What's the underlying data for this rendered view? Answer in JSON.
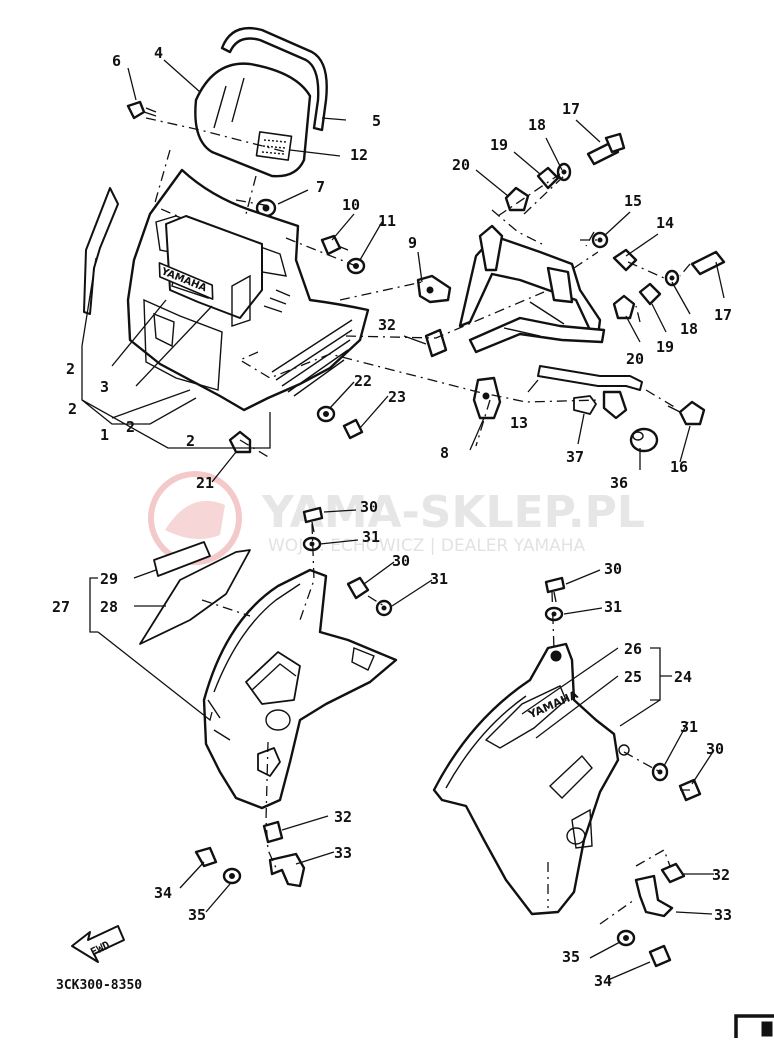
{
  "diagram_code": "3CK300-8350",
  "fwd_label": "FWD",
  "watermark": {
    "title": "YAMA-SKLEP.PL",
    "subtitle": "WOJ ... ECHOWICZ | DEALER YAMAHA"
  },
  "brand_decal_text": "YAMAHA",
  "callouts": [
    "1",
    "2",
    "2",
    "2",
    "2",
    "3",
    "4",
    "5",
    "6",
    "7",
    "8",
    "9",
    "10",
    "11",
    "12",
    "13",
    "14",
    "15",
    "16",
    "17",
    "17",
    "18",
    "18",
    "19",
    "19",
    "20",
    "20",
    "21",
    "22",
    "23",
    "24",
    "25",
    "26",
    "27",
    "28",
    "29",
    "30",
    "30",
    "30",
    "30",
    "31",
    "31",
    "31",
    "31",
    "32",
    "32",
    "32",
    "33",
    "33",
    "34",
    "34",
    "35",
    "35",
    "36",
    "37"
  ]
}
